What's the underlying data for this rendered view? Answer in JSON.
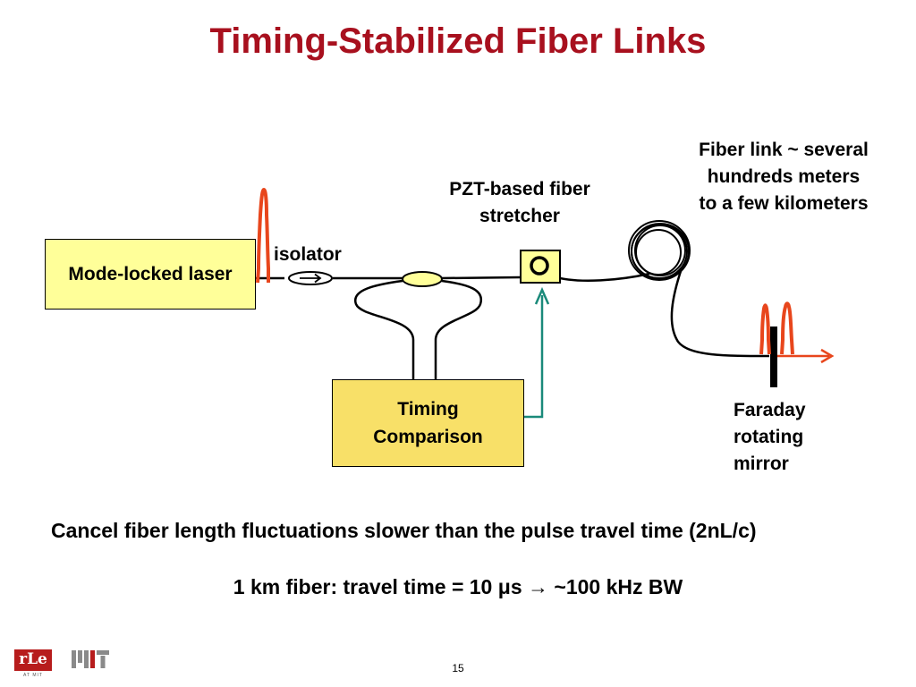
{
  "title": "Timing-Stabilized Fiber Links",
  "components": {
    "laser": "Mode-locked laser",
    "isolator": "isolator",
    "pzt_line1": "PZT-based fiber",
    "pzt_line2": "stretcher",
    "fiber_line1": "Fiber link ~ several",
    "fiber_line2": "hundreds meters",
    "fiber_line3": "to a few kilometers",
    "timing_line1": "Timing",
    "timing_line2": "Comparison",
    "mirror_line1": "Faraday",
    "mirror_line2": "rotating",
    "mirror_line3": "mirror"
  },
  "notes": {
    "line1": "Cancel fiber length fluctuations slower than the pulse travel time (2nL/c)",
    "line2": "1 km fiber: travel time = 10 μs → ~100 kHz BW"
  },
  "footer": {
    "page_number": "15",
    "logo_rle": "rLe",
    "logo_rle_sub": "AT MIT",
    "logo_mit": "MIT"
  },
  "colors": {
    "title": "#a8101e",
    "pulse": "#e8461c",
    "feedback": "#1a8a7a",
    "box_fill": "#ffff99",
    "timing_fill": "#f8e068"
  }
}
